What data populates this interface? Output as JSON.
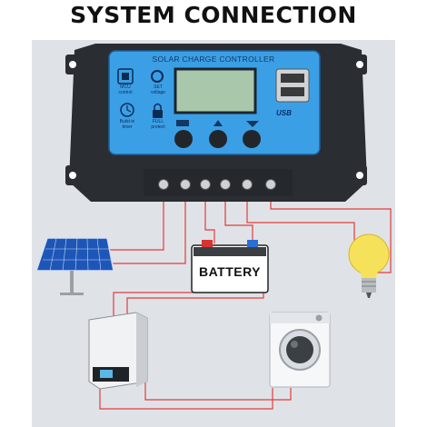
{
  "title": "SYSTEM CONNECTION",
  "controller": {
    "panel_title": "SOLAR CHARGE CONTROLLER",
    "features": [
      {
        "icon": "chip-icon",
        "line1": "MCU",
        "line2": "control"
      },
      {
        "icon": "gear-icon",
        "line1": "SET",
        "line2": "voltage"
      },
      {
        "icon": "clock-icon",
        "line1": "Build-in",
        "line2": "timer"
      },
      {
        "icon": "lock-icon",
        "line1": "FULL",
        "line2": "protect"
      }
    ],
    "usb_label": "USB",
    "buttons": [
      "menu-button",
      "up-button",
      "down-button"
    ]
  },
  "battery": {
    "label": "BATTERY"
  },
  "colors": {
    "panel_blue": "#3b9fe6",
    "controller_body": "#2c2f33",
    "wire_red": "#e33b3b",
    "background": "#dfe3e7"
  }
}
